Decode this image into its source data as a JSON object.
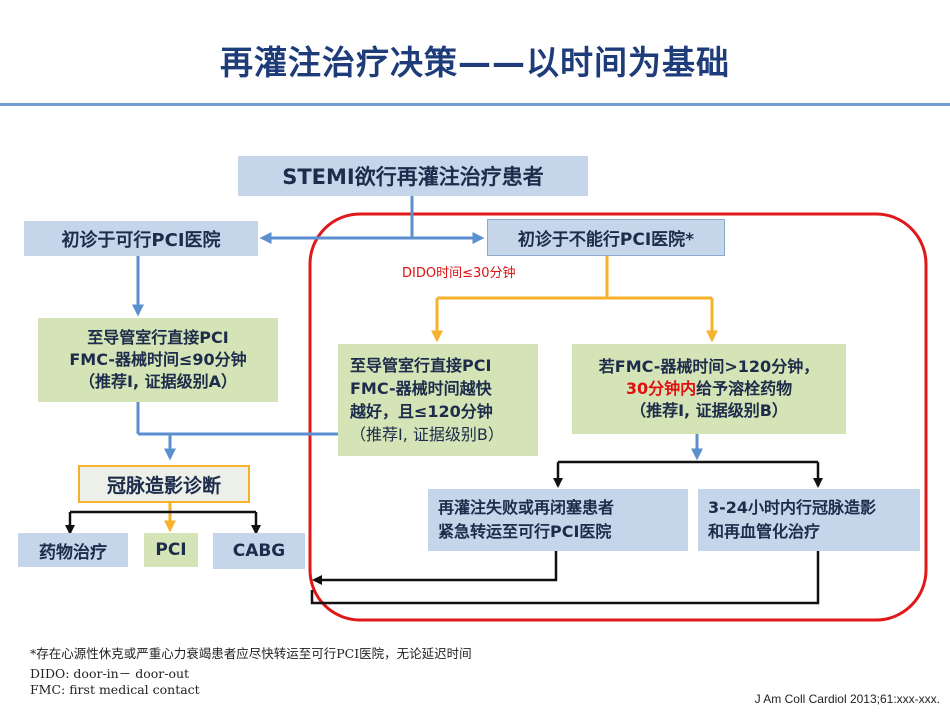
{
  "title": "再灌注治疗决策——以时间为基础",
  "boxes": {
    "stemi": "STEMI欲行再灌注治疗患者",
    "pci_capable": "初诊于可行PCI医院",
    "non_pci": "初诊于不能行PCI医院*",
    "direct_pci_left": [
      "至导管室行直接PCI",
      "FMC-器械时间≤90分钟",
      "（推荐I, 证据级别A）"
    ],
    "direct_pci_mid": [
      "至导管室行直接PCI",
      "FMC-器械时间越快",
      "越好，且≤120分钟",
      "（推荐I, 证据级别B）"
    ],
    "lysis": {
      "line1": "若FMC-器械时间>120分钟，",
      "line2_red": "30分钟内",
      "line2_rest": "给予溶栓药物",
      "line3": "（推荐I, 证据级别B）"
    },
    "angiography": "冠脉造影诊断",
    "drug": "药物治疗",
    "pci": "PCI",
    "cabg": "CABG",
    "rescue": [
      "再灌注失败或再闭塞患者",
      "紧急转运至可行PCI医院"
    ],
    "routine": [
      "3-24小时内行冠脉造影",
      "和再血管化治疗"
    ]
  },
  "dido_label": "DIDO时间≤30分钟",
  "footnotes": [
    "*存在心源性休克或严重心力衰竭患者应尽快转运至可行PCI医院，无论延迟时间",
    "DIDO: door-in－ door-out",
    "FMC: first medical contact"
  ],
  "citation": "J Am Coll Cardiol 2013;61:xxx-xxx.",
  "colors": {
    "title": "#1f3c7a",
    "blue_arrow": "#5b8fd0",
    "orange_arrow": "#f5b22a",
    "black_arrow": "#111111",
    "red_border": "#e01818",
    "blue_box": "#c5d5ea",
    "green_box": "#d4e4b6"
  }
}
